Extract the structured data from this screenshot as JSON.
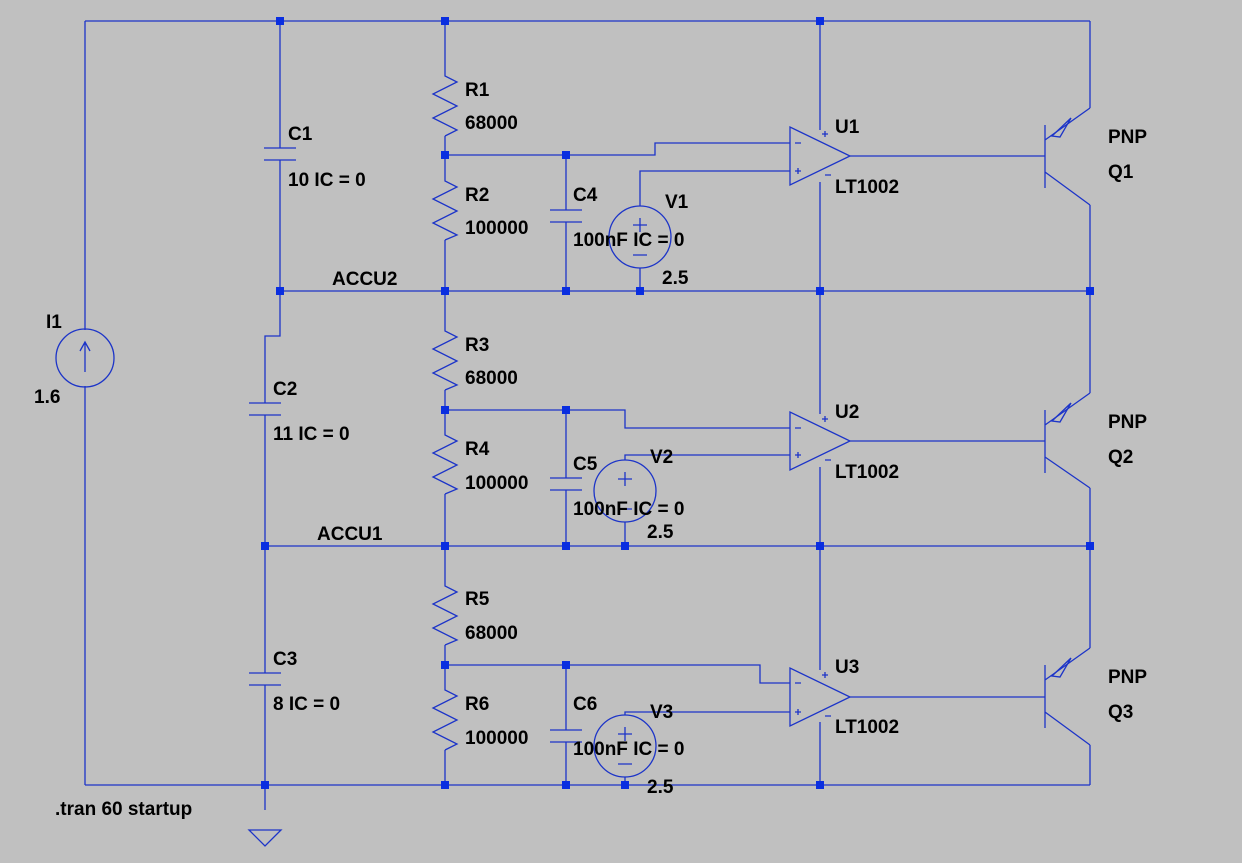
{
  "background_color": "#c0c0c0",
  "wire_color": "#1c34c8",
  "junction_color": "#0a2ee0",
  "directive": ".tran 60 startup",
  "net_labels": {
    "accu1": "ACCU1",
    "accu2": "ACCU2"
  },
  "current_source": {
    "name": "I1",
    "value": "1.6",
    "icon": "current-source-icon"
  },
  "capacitors": {
    "c1": {
      "name": "C1",
      "value": "10 IC = 0"
    },
    "c2": {
      "name": "C2",
      "value": "11 IC = 0"
    },
    "c3": {
      "name": "C3",
      "value": "8 IC = 0"
    },
    "c4": {
      "name": "C4",
      "value": "100nF IC = 0"
    },
    "c5": {
      "name": "C5",
      "value": "100nF IC = 0"
    },
    "c6": {
      "name": "C6",
      "value": "100nF IC = 0"
    }
  },
  "resistors": {
    "r1": {
      "name": "R1",
      "value": "68000"
    },
    "r2": {
      "name": "R2",
      "value": "100000"
    },
    "r3": {
      "name": "R3",
      "value": "68000"
    },
    "r4": {
      "name": "R4",
      "value": "100000"
    },
    "r5": {
      "name": "R5",
      "value": "68000"
    },
    "r6": {
      "name": "R6",
      "value": "100000"
    }
  },
  "voltage_sources": {
    "v1": {
      "name": "V1",
      "value": "2.5"
    },
    "v2": {
      "name": "V2",
      "value": "2.5"
    },
    "v3": {
      "name": "V3",
      "value": "2.5"
    }
  },
  "opamps": {
    "u1": {
      "name": "U1",
      "model": "LT1002"
    },
    "u2": {
      "name": "U2",
      "model": "LT1002"
    },
    "u3": {
      "name": "U3",
      "model": "LT1002"
    }
  },
  "transistors": {
    "q1": {
      "type": "PNP",
      "name": "Q1"
    },
    "q2": {
      "type": "PNP",
      "name": "Q2"
    },
    "q3": {
      "type": "PNP",
      "name": "Q3"
    }
  }
}
